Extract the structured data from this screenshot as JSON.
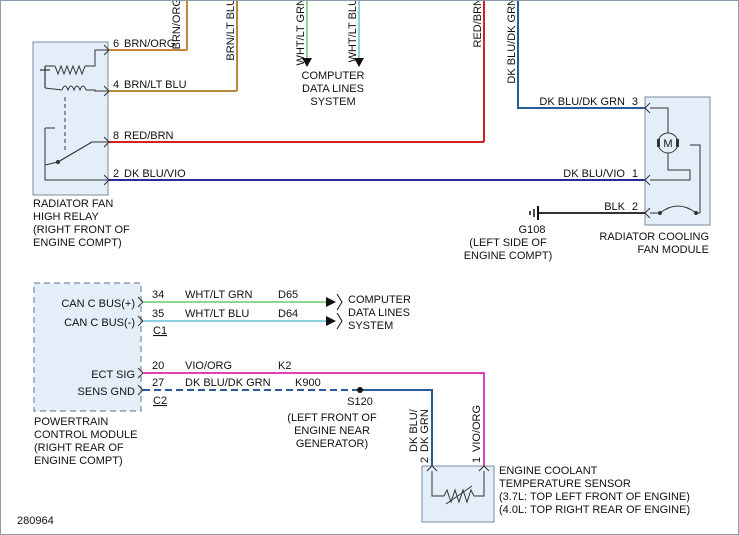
{
  "colors": {
    "brn_org": "#c8843a",
    "brn_ltblu": "#b78a3a",
    "red_brn": "#d42020",
    "dkblu_vio": "#2a2a9a",
    "dkblu_dkgrn": "#2a5a9a",
    "blk": "#333333",
    "wht_ltgrn": "#8ed88e",
    "wht_ltblu": "#8ad0e0",
    "vio_org": "#e040c0",
    "box_fill": "#e4eef8",
    "box_stroke": "#7a8aa0"
  },
  "top_wires": {
    "w1": "BRN/ORG",
    "w2": "BRN/LT BLU",
    "w3": "WHT/LT GRN",
    "w4": "WHT/LT BLU",
    "w5": "RED/BRN",
    "w6": "DK BLU/DK GRN"
  },
  "relay": {
    "label": [
      "RADIATOR FAN",
      "HIGH RELAY",
      "(RIGHT FRONT OF",
      "ENGINE COMPT)"
    ],
    "pins": [
      {
        "num": "6",
        "wire": "BRN/ORG"
      },
      {
        "num": "4",
        "wire": "BRN/LT BLU"
      },
      {
        "num": "8",
        "wire": "RED/BRN"
      },
      {
        "num": "2",
        "wire": "DK BLU/VIO"
      }
    ]
  },
  "computer_data_top": [
    "COMPUTER",
    "DATA LINES",
    "SYSTEM"
  ],
  "fan_module": {
    "label": [
      "RADIATOR COOLING",
      "FAN MODULE"
    ],
    "motor": "M",
    "pins": [
      {
        "num": "3",
        "wire": "DK BLU/DK GRN"
      },
      {
        "num": "1",
        "wire": "DK BLU/VIO"
      },
      {
        "num": "2",
        "wire": "BLK"
      }
    ]
  },
  "ground": {
    "id": "G108",
    "location": [
      "(LEFT SIDE OF",
      "ENGINE COMPT)"
    ]
  },
  "pcm": {
    "label": [
      "POWERTRAIN",
      "CONTROL MODULE",
      "(RIGHT REAR OF",
      "ENGINE COMPT)"
    ],
    "c1_pins": [
      {
        "num": "34",
        "name": "CAN C BUS(+)",
        "wire": "WHT/LT GRN",
        "circuit": "D65"
      },
      {
        "num": "35",
        "name": "CAN C BUS(-)",
        "wire": "WHT/LT BLU",
        "circuit": "D64"
      }
    ],
    "c1": "C1",
    "c2_pins": [
      {
        "num": "20",
        "name": "ECT SIG",
        "wire": "VIO/ORG",
        "circuit": "K2"
      },
      {
        "num": "27",
        "name": "SENS GND",
        "wire": "DK BLU/DK GRN",
        "circuit": "K900"
      }
    ],
    "c2": "C2"
  },
  "computer_data_mid": [
    "COMPUTER",
    "DATA LINES",
    "SYSTEM"
  ],
  "splice": {
    "id": "S120",
    "location": [
      "(LEFT FRONT OF",
      "ENGINE NEAR",
      "GENERATOR)"
    ]
  },
  "sensor": {
    "label": [
      "ENGINE COOLANT",
      "TEMPERATURE SENSOR",
      "(3.7L: TOP LEFT FRONT OF ENGINE)",
      "(4.0L: TOP RIGHT REAR OF ENGINE)"
    ],
    "pin2_num": "2",
    "pin2_wire": [
      "DK BLU/",
      "DK GRN"
    ],
    "pin1_num": "1",
    "pin1_wire": "VIO/ORG"
  },
  "figure_id": "280964"
}
